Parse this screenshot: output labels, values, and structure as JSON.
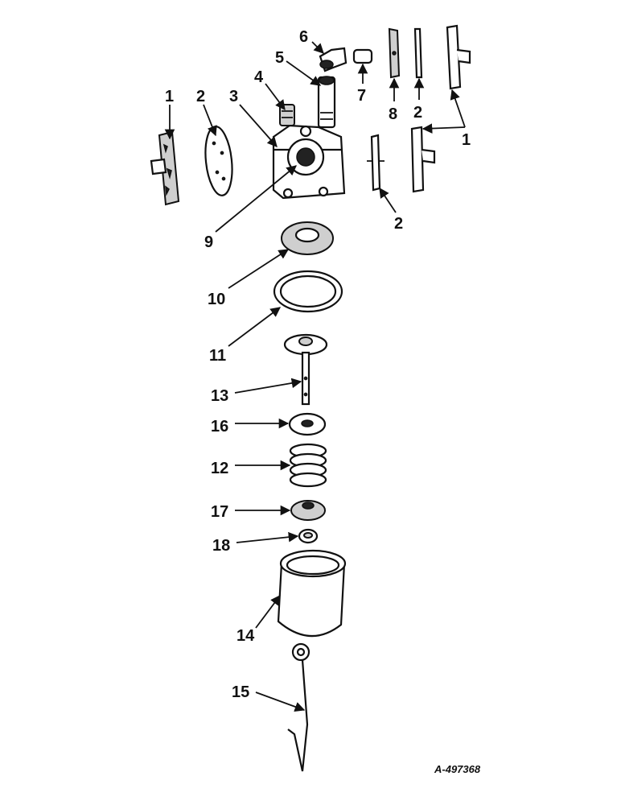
{
  "figure_id": "A-497368",
  "callouts": {
    "c1a": "1",
    "c1b": "1",
    "c2a": "2",
    "c2b": "2",
    "c2c": "2",
    "c3": "3",
    "c4": "4",
    "c5": "5",
    "c6": "6",
    "c7": "7",
    "c8": "8",
    "c9": "9",
    "c10": "10",
    "c11": "11",
    "c12": "12",
    "c13": "13",
    "c14": "14",
    "c15": "15",
    "c16": "16",
    "c17": "17",
    "c18": "18"
  }
}
